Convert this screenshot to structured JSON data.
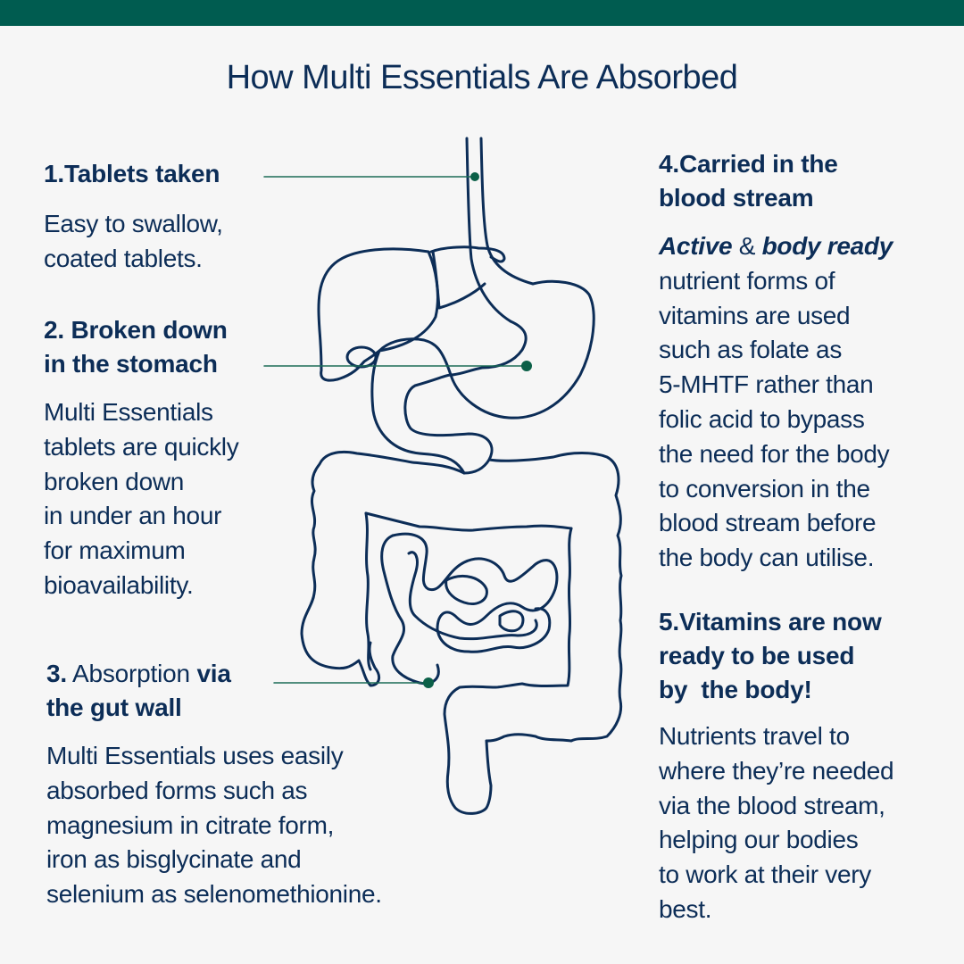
{
  "header": {
    "title": "How Multi Essentials Are Absorbed",
    "bar_color": "#005c50"
  },
  "colors": {
    "text": "#0c2d57",
    "background": "#f6f6f6",
    "leader_line": "#1b6b56",
    "marker_dot": "#0b6048",
    "illustration_stroke": "#0c2d57"
  },
  "steps": [
    {
      "number": "1.",
      "heading": "Tablets taken",
      "body_lines": [
        "Easy to swallow,",
        "coated tablets."
      ]
    },
    {
      "number": "2.",
      "heading_lines": [
        "2. Broken down",
        "in the stomach"
      ],
      "body_lines": [
        "Multi Essentials",
        "tablets are quickly",
        "broken down",
        "in under an hour",
        "for maximum",
        "bioavailability."
      ]
    },
    {
      "number": "3.",
      "heading_parts": {
        "bold_number": "3.",
        "regular": " Absorption ",
        "bold_end": "via"
      },
      "heading_line2": "the gut wall",
      "body_lines": [
        "Multi Essentials uses easily",
        "absorbed forms such as",
        "magnesium in citrate form,",
        "iron as bisglycinate and",
        "selenium as selenomethionine."
      ]
    },
    {
      "number": "4.",
      "heading_lines": [
        "4.Carried in the",
        "blood stream"
      ],
      "intro_parts": {
        "italic1": "Active",
        "amp": " & ",
        "italic2": "body ready"
      },
      "body_lines": [
        "nutrient forms of",
        "vitamins are used",
        "such as folate as",
        "5-MHTF rather than",
        "folic acid to bypass",
        "the need for the body",
        "to conversion in the",
        "blood stream before",
        "the body can utilise."
      ]
    },
    {
      "number": "5.",
      "heading_lines": [
        "5.Vitamins are now",
        "ready to be used",
        "by  the body!"
      ],
      "body_lines": [
        "Nutrients travel to",
        "where they’re needed",
        "via the blood stream,",
        "helping our bodies",
        "to work at their very",
        "best."
      ]
    }
  ],
  "illustration": {
    "subject": "digestive-system",
    "markers": [
      "esophagus",
      "stomach",
      "small-intestine"
    ]
  }
}
